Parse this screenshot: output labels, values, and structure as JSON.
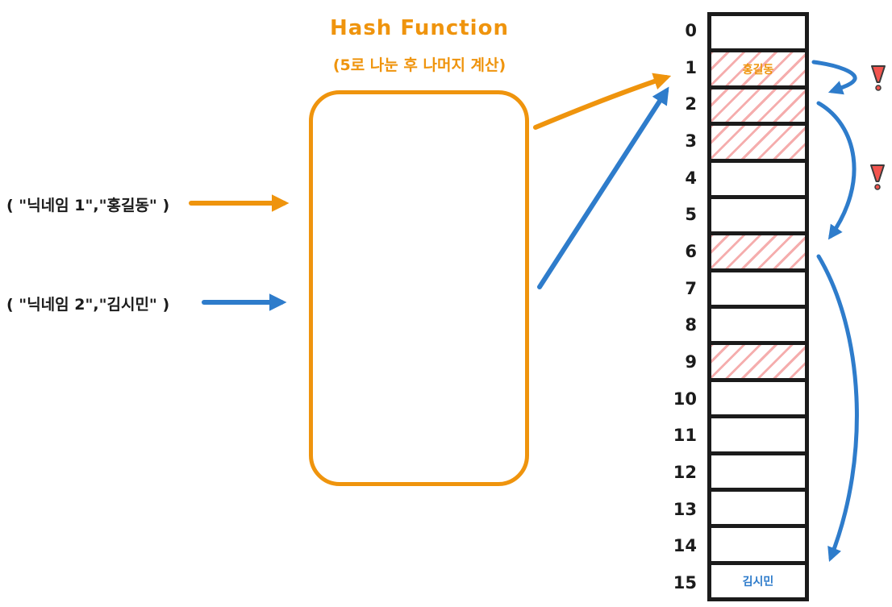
{
  "colors": {
    "orange": "#EF940D",
    "blue": "#2E7CCB",
    "ink": "#1b1b1b",
    "hatch": "#F5ADAD",
    "alert": "#F2544E"
  },
  "header": {
    "title": "Hash Function",
    "subtitle": "(5로 나눈 후 나머지 계산)"
  },
  "inputs": [
    {
      "label": "( \"닉네임 1\",\"홍길동\" )",
      "arrow_color": "orange"
    },
    {
      "label": "( \"닉네임 2\",\"김시민\" )",
      "arrow_color": "blue"
    }
  ],
  "hash_table": {
    "rows": [
      {
        "index": "0",
        "value": "",
        "value_color": "",
        "hatched": false
      },
      {
        "index": "1",
        "value": "홍길동",
        "value_color": "orange",
        "hatched": true
      },
      {
        "index": "2",
        "value": "",
        "value_color": "",
        "hatched": true
      },
      {
        "index": "3",
        "value": "",
        "value_color": "",
        "hatched": true
      },
      {
        "index": "4",
        "value": "",
        "value_color": "",
        "hatched": false
      },
      {
        "index": "5",
        "value": "",
        "value_color": "",
        "hatched": false
      },
      {
        "index": "6",
        "value": "",
        "value_color": "",
        "hatched": true
      },
      {
        "index": "7",
        "value": "",
        "value_color": "",
        "hatched": false
      },
      {
        "index": "8",
        "value": "",
        "value_color": "",
        "hatched": false
      },
      {
        "index": "9",
        "value": "",
        "value_color": "",
        "hatched": true
      },
      {
        "index": "10",
        "value": "",
        "value_color": "",
        "hatched": false
      },
      {
        "index": "11",
        "value": "",
        "value_color": "",
        "hatched": false
      },
      {
        "index": "12",
        "value": "",
        "value_color": "",
        "hatched": false
      },
      {
        "index": "13",
        "value": "",
        "value_color": "",
        "hatched": false
      },
      {
        "index": "14",
        "value": "",
        "value_color": "",
        "hatched": false
      },
      {
        "index": "15",
        "value": "김시민",
        "value_color": "blue",
        "hatched": false
      }
    ]
  },
  "annotations": {
    "collision_warning_count": 2
  }
}
